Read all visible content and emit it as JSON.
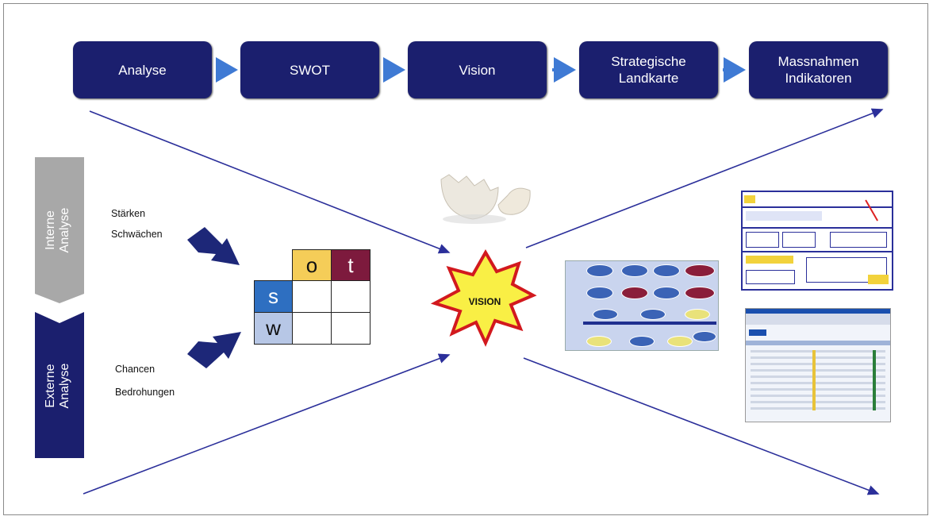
{
  "process_steps": [
    {
      "label": "Analyse"
    },
    {
      "label": "SWOT"
    },
    {
      "label": "Vision"
    },
    {
      "label": "Strategische\nLandkarte"
    },
    {
      "label": "Massnahmen\nIndikatoren"
    }
  ],
  "internal": {
    "label": "Interne\nAnalyse",
    "items": [
      "Stärken",
      "Schwächen"
    ]
  },
  "external": {
    "label": "Externe\nAnalyse",
    "items": [
      "Chancen",
      "Bedrohungen"
    ]
  },
  "swot_grid": {
    "o": "o",
    "t": "t",
    "s": "s",
    "w": "w"
  },
  "vision_burst": "VISION",
  "colors": {
    "navy": "#1b1f6e",
    "arrow": "#3f7ad4",
    "chev_gray": "#a8a8a8",
    "o_cell": "#f5cd58",
    "t_cell": "#7d1a3d",
    "s_cell": "#2e6fc1",
    "w_cell": "#b7c7e6"
  }
}
